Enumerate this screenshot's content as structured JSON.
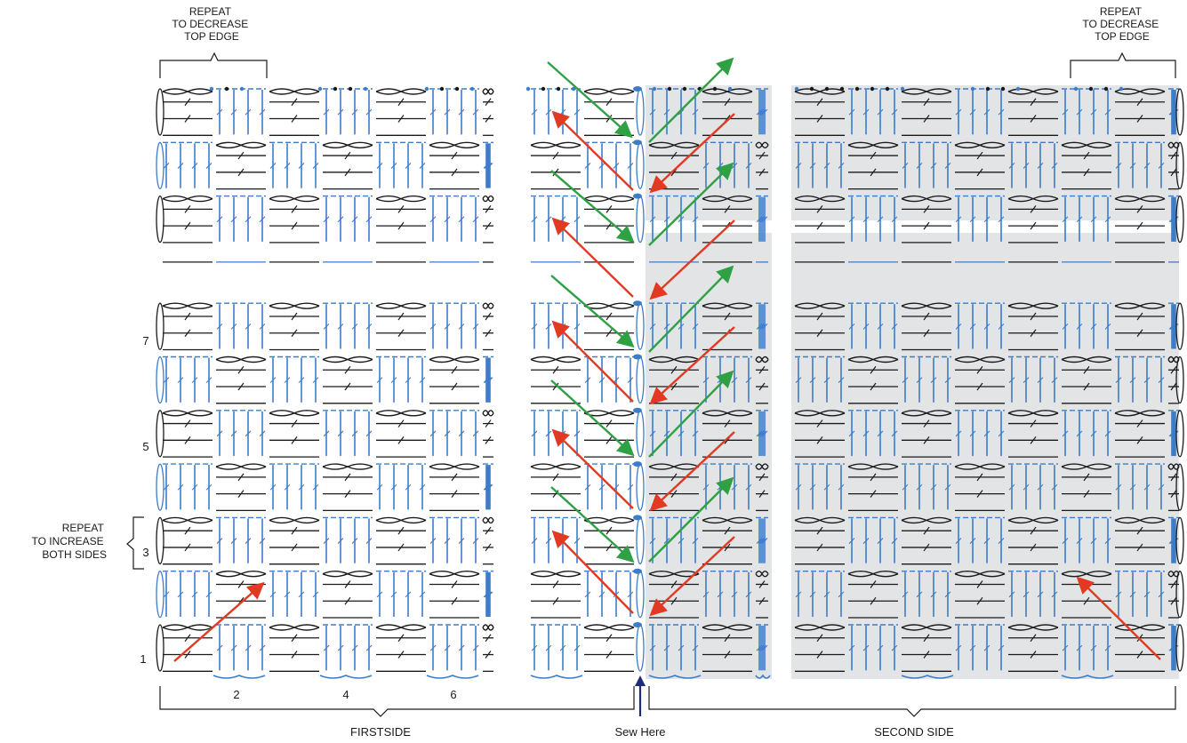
{
  "labels": {
    "repeat_top_left": [
      "REPEAT",
      "TO DECREASE",
      "TOP EDGE"
    ],
    "repeat_top_right": [
      "REPEAT",
      "TO DECREASE",
      "TOP EDGE"
    ],
    "repeat_left": [
      "REPEAT",
      "TO INCREASE",
      "BOTH SIDES"
    ],
    "first_side": "FIRSTSIDE",
    "second_side": "SECOND SIDE",
    "sew_here": "Sew Here"
  },
  "row_numbers": [
    "1",
    "3",
    "5",
    "7"
  ],
  "column_numbers": [
    "2",
    "4",
    "6"
  ],
  "colors": {
    "black_stitch": "#1a1a1a",
    "blue_stitch": "#3d7cc9",
    "shade": "#e3e4e6",
    "red_arrow": "#e23a22",
    "green_arrow": "#2fa043",
    "sew_arrow": "#1e2a7a"
  }
}
